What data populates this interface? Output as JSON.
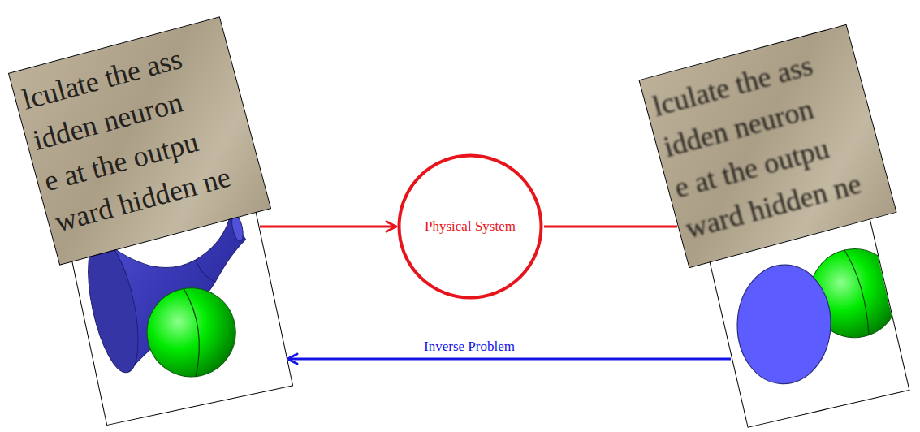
{
  "diagram": {
    "nodes": [
      {
        "text": [
          "lculate the ass",
          "idden neuron",
          "e at the outpu",
          "ward hidden ne"
        ]
      },
      {
        "text": [
          "Physical System"
        ]
      },
      {
        "text": [
          "lculate the ass",
          "idden neuron",
          "e at the outpu",
          "ward hidden ne"
        ]
      }
    ],
    "edges": [
      {
        "from": 0,
        "to": 1,
        "arrow": "to"
      },
      {
        "from": 1,
        "to": 2,
        "arrow": "none"
      },
      {
        "from": 2,
        "to": 0,
        "label": "Inverse Problem",
        "arrow": "to"
      }
    ]
  }
}
